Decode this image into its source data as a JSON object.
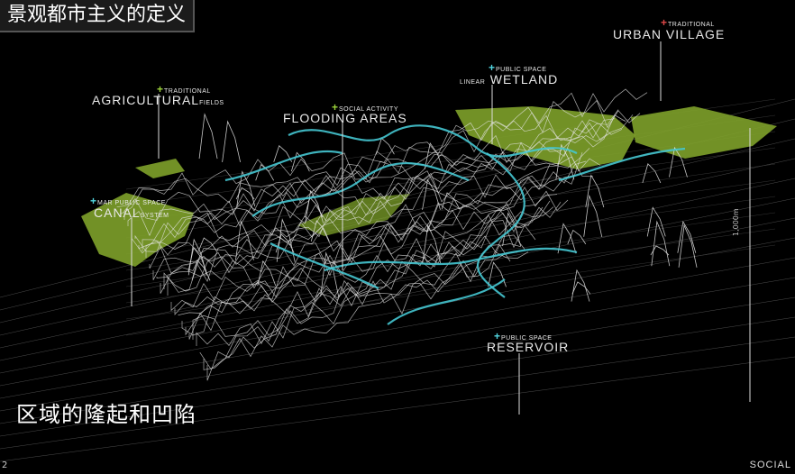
{
  "title": "景观都市主义的定义",
  "caption": "区域的隆起和凹陷",
  "footer": {
    "left": "2",
    "right": "SOCIAL"
  },
  "scale_label": "1,000m",
  "labels": {
    "agricultural": {
      "pre": "TRADITIONAL",
      "main": "AGRICULTURAL",
      "post": "FIELDS"
    },
    "flooding": {
      "pre": "SOCIAL ACTIVITY",
      "main": "FLOODING AREAS"
    },
    "wetland": {
      "pre": "PUBLIC SPACE",
      "sub": "LINEAR",
      "main": "WETLAND"
    },
    "urban": {
      "pre": "TRADITIONAL",
      "main": "URBAN VILLAGE"
    },
    "canal": {
      "pre": "MAR PUBLIC SPACE",
      "main": "CANAL",
      "post": "SYSTEM"
    },
    "reservoir": {
      "pre": "PUBLIC SPACE",
      "main": "RESERVOIR"
    }
  },
  "colors": {
    "fields": "#7ea12a",
    "water": "#45c6d2",
    "terrain": "#e6e6e6",
    "grid": "#8a8a8a"
  }
}
